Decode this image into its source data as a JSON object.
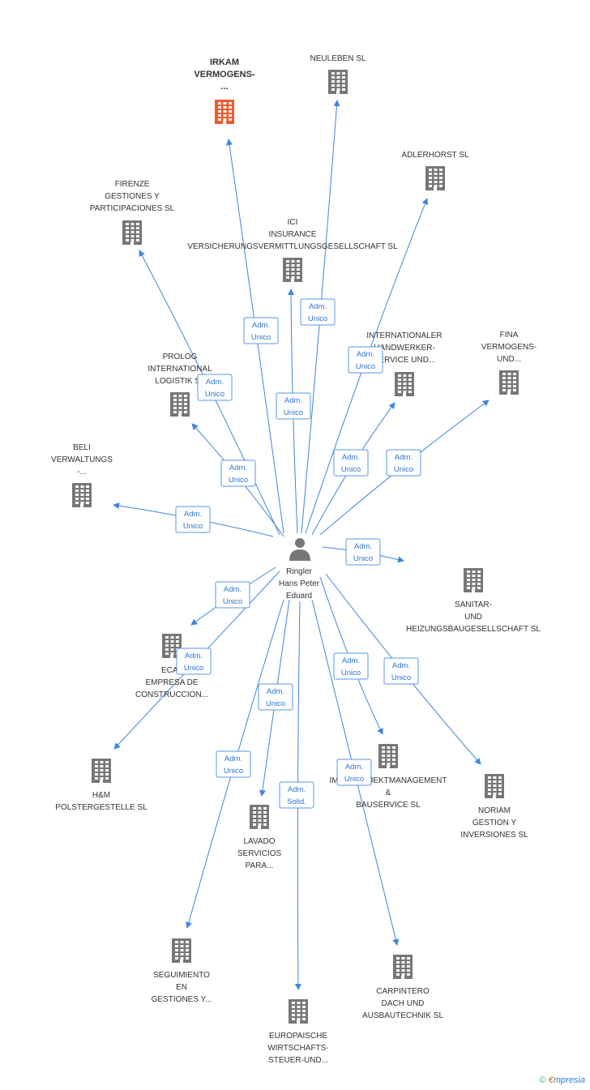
{
  "center": {
    "name_lines": [
      "Ringler",
      "Hans Peter",
      "Eduard"
    ],
    "icon": "person-icon"
  },
  "colors": {
    "edge": "#3e86dd",
    "building": "#777777",
    "highlight_building": "#f05a28",
    "label_text": "#333333"
  },
  "nodes": [
    {
      "id": "irkam",
      "lines": [
        "IRKAM",
        "VERMOGENS-",
        "..."
      ],
      "highlight": true,
      "icon": "building-icon"
    },
    {
      "id": "neuleben",
      "lines": [
        "NEULEBEN SL"
      ],
      "icon": "building-icon"
    },
    {
      "id": "adlerhorst",
      "lines": [
        "ADLERHORST SL"
      ],
      "icon": "building-icon"
    },
    {
      "id": "firenze",
      "lines": [
        "FIRENZE",
        "GESTIONES Y",
        "PARTICIPACIONES SL"
      ],
      "icon": "building-icon"
    },
    {
      "id": "ici",
      "lines": [
        "ICI",
        "INSURANCE",
        "VERSICHERUNGSVERMITTLUNGSGESELLSCHAFT SL"
      ],
      "icon": "building-icon"
    },
    {
      "id": "internationaler",
      "lines": [
        "INTERNATIONALER",
        "HANDWERKER-",
        "SERVICE UND..."
      ],
      "icon": "building-icon"
    },
    {
      "id": "fina",
      "lines": [
        "FINA",
        "VERMOGENS-",
        "UND..."
      ],
      "icon": "building-icon"
    },
    {
      "id": "prolog",
      "lines": [
        "PROLOG",
        "INTERNATIONAL",
        "LOGISTIK SL"
      ],
      "icon": "building-icon"
    },
    {
      "id": "beli",
      "lines": [
        "BELI",
        "VERWALTUNGS",
        "-..."
      ],
      "icon": "building-icon"
    },
    {
      "id": "sanitar",
      "lines": [
        "SANITAR-",
        "UND",
        "HEIZUNGSBAUGESELLSCHAFT SL"
      ],
      "icon": "building-icon"
    },
    {
      "id": "ecal",
      "lines": [
        "ECAL",
        "EMPRESA DE",
        "CONSTRUCCION..."
      ],
      "icon": "building-icon"
    },
    {
      "id": "hm",
      "lines": [
        "H&M",
        "POLSTERGESTELLE SL"
      ],
      "icon": "building-icon"
    },
    {
      "id": "immo",
      "lines": [
        "IMMOPROJEKTMANAGEMENT",
        "&",
        "BAUSERVICE SL"
      ],
      "icon": "building-icon"
    },
    {
      "id": "noriam",
      "lines": [
        "NORIAM",
        "GESTION Y",
        "INVERSIONES SL"
      ],
      "icon": "building-icon"
    },
    {
      "id": "lavado",
      "lines": [
        "LAVADO",
        "SERVICIOS",
        "PARA..."
      ],
      "icon": "building-icon"
    },
    {
      "id": "seguimiento",
      "lines": [
        "SEGUIMIENTO",
        "EN",
        "GESTIONES Y..."
      ],
      "icon": "building-icon"
    },
    {
      "id": "carpintero",
      "lines": [
        "CARPINTERO",
        "DACH UND",
        "AUSBAUTECHNIK SL"
      ],
      "icon": "building-icon"
    },
    {
      "id": "europaische",
      "lines": [
        "EUROPAISCHE",
        "WIRTSCHAFTS-",
        "STEUER-UND..."
      ],
      "icon": "building-icon"
    }
  ],
  "edges": [
    {
      "to": "irkam",
      "lines": [
        "Adm.",
        "Unico"
      ]
    },
    {
      "to": "neuleben",
      "lines": [
        "Adm.",
        "Unico"
      ]
    },
    {
      "to": "adlerhorst",
      "lines": [
        "Adm.",
        "Unico"
      ]
    },
    {
      "to": "firenze",
      "lines": [
        "Adm.",
        "Unico"
      ]
    },
    {
      "to": "ici",
      "lines": [
        "Adm.",
        "Unico"
      ]
    },
    {
      "to": "internationaler",
      "lines": [
        "Adm.",
        "Unico"
      ]
    },
    {
      "to": "fina",
      "lines": [
        "Adm.",
        "Unico"
      ]
    },
    {
      "to": "prolog",
      "lines": [
        "Adm.",
        "Unico"
      ]
    },
    {
      "to": "beli",
      "lines": [
        "Adm.",
        "Unico"
      ]
    },
    {
      "to": "sanitar",
      "lines": [
        "Adm.",
        "Unico"
      ]
    },
    {
      "to": "ecal",
      "lines": [
        "Adm.",
        "Unico"
      ]
    },
    {
      "to": "hm",
      "lines": [
        "Adm.",
        "Unico"
      ]
    },
    {
      "to": "immo",
      "lines": [
        "Adm.",
        "Unico"
      ]
    },
    {
      "to": "noriam",
      "lines": [
        "Adm.",
        "Unico"
      ]
    },
    {
      "to": "lavado",
      "lines": [
        "Adm.",
        "Unico"
      ]
    },
    {
      "to": "seguimiento",
      "lines": [
        "Adm.",
        "Unico"
      ]
    },
    {
      "to": "carpintero",
      "lines": [
        "Adm.",
        "Unico"
      ]
    },
    {
      "to": "europaische",
      "lines": [
        "Adm.",
        "Solid."
      ]
    }
  ],
  "footer": {
    "copyright": "©",
    "brand_initial": "€",
    "brand_rest": "mpresia"
  }
}
